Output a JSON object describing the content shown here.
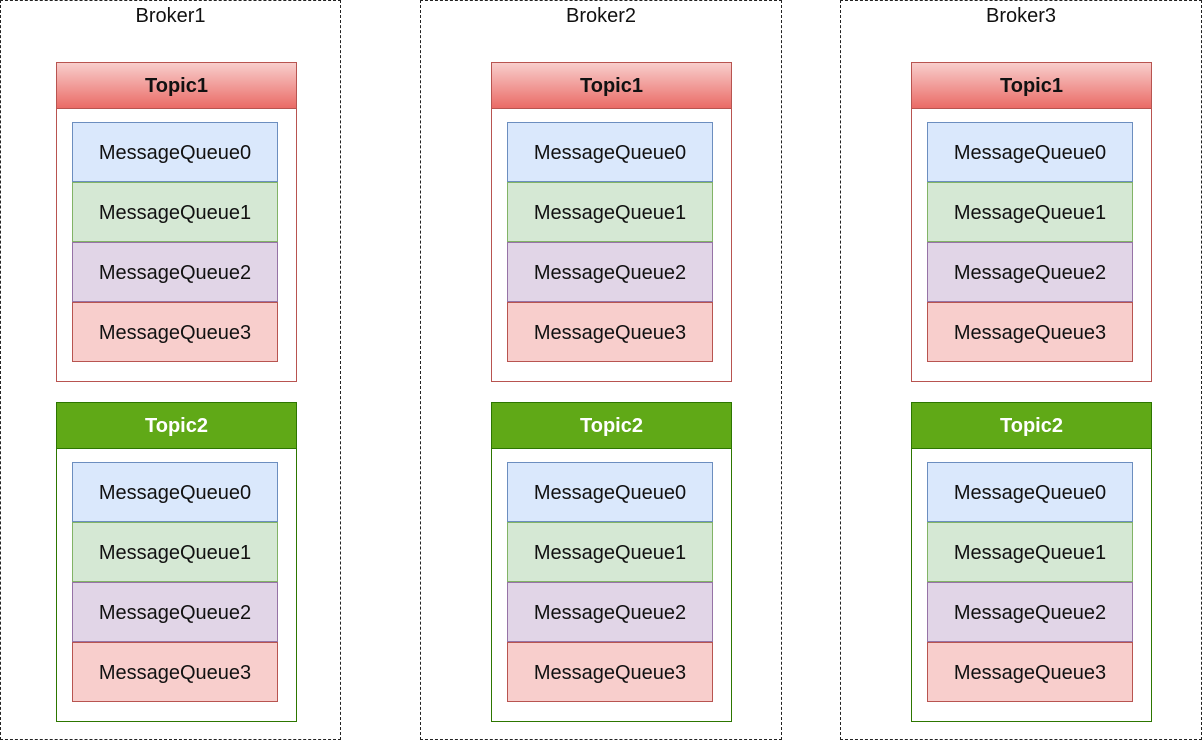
{
  "brokers": [
    {
      "title": "Broker1",
      "topics": [
        {
          "name": "Topic1",
          "color": "red",
          "queues": [
            "MessageQueue0",
            "MessageQueue1",
            "MessageQueue2",
            "MessageQueue3"
          ]
        },
        {
          "name": "Topic2",
          "color": "green",
          "queues": [
            "MessageQueue0",
            "MessageQueue1",
            "MessageQueue2",
            "MessageQueue3"
          ]
        }
      ]
    },
    {
      "title": "Broker2",
      "topics": [
        {
          "name": "Topic1",
          "color": "red",
          "queues": [
            "MessageQueue0",
            "MessageQueue1",
            "MessageQueue2",
            "MessageQueue3"
          ]
        },
        {
          "name": "Topic2",
          "color": "green",
          "queues": [
            "MessageQueue0",
            "MessageQueue1",
            "MessageQueue2",
            "MessageQueue3"
          ]
        }
      ]
    },
    {
      "title": "Broker3",
      "topics": [
        {
          "name": "Topic1",
          "color": "red",
          "queues": [
            "MessageQueue0",
            "MessageQueue1",
            "MessageQueue2",
            "MessageQueue3"
          ]
        },
        {
          "name": "Topic2",
          "color": "green",
          "queues": [
            "MessageQueue0",
            "MessageQueue1",
            "MessageQueue2",
            "MessageQueue3"
          ]
        }
      ]
    }
  ],
  "colors": {
    "topic1": "#ea6b66",
    "topic2": "#60a917",
    "queue0": "#dae8fc",
    "queue1": "#d5e8d4",
    "queue2": "#e1d5e7",
    "queue3": "#f8cecc"
  }
}
